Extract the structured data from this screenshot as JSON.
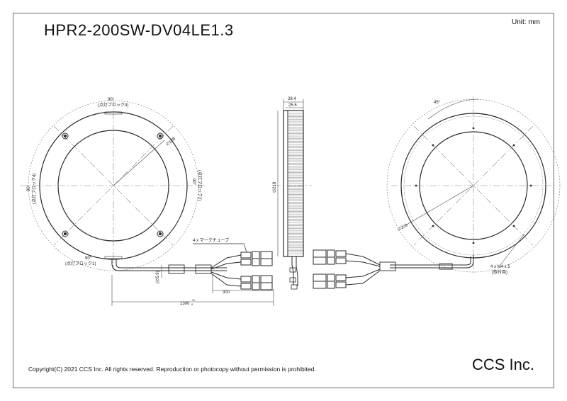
{
  "header": {
    "title": "HPR2-200SW-DV04LE1.3",
    "unit": "Unit: mm"
  },
  "footer": {
    "copyright": "Copyright(C) 2021 CCS Inc. All rights reserved. Reproduction or photocopy without permission is prohibited.",
    "company": "CCS Inc."
  },
  "front_view": {
    "angle_top": "90°",
    "block_top": "(点灯ブロック3)",
    "angle_left": "90°",
    "block_left": "(点灯ブロック4)",
    "angle_right": "90°",
    "block_right": "(点灯ブロック2)",
    "angle_bottom": "90°",
    "block_bottom": "(点灯ブロック1)",
    "inner_diameter": "∅188",
    "marker_tube_note": "4 x マークチューブ",
    "cable_diameter": "(∅5.9)",
    "dim_300": "300",
    "dim_1300": "1300",
    "dim_1300_tol_plus": "+5",
    "dim_1300_tol_minus": "0"
  },
  "side_view": {
    "dim_28_4": "28.4",
    "dim_25_5": "25.5",
    "outer_diameter": "∅218"
  },
  "rear_view": {
    "angle": "45°",
    "bolt_circle": "∅209",
    "mount_note_1": "4 x M4 x 5",
    "mount_note_2": "(取付用)"
  }
}
